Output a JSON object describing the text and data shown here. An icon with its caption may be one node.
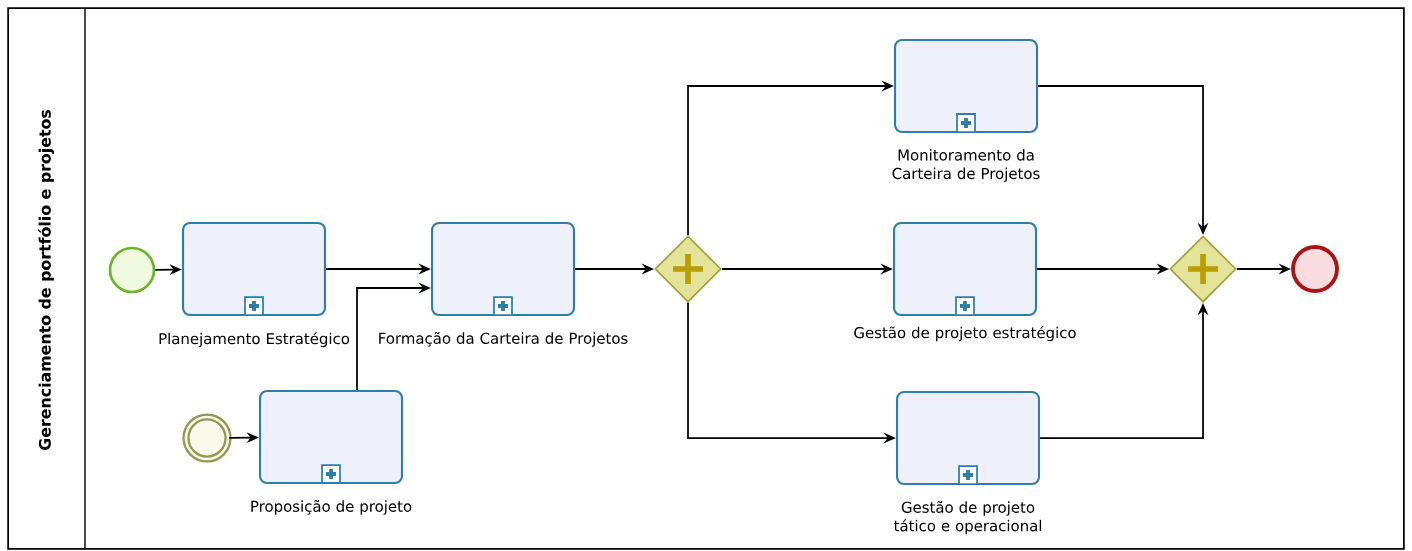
{
  "diagram": {
    "nodes": [
      {
        "text": [
          "Gerenciamento de portfólio e projetos"
        ]
      },
      {
        "text": [],
        "shape": "circle",
        "in": 0
      },
      {
        "text": [
          "Planejamento Estratégico"
        ],
        "in": 0
      },
      {
        "text": [
          "Formação da Carteira de Projetos"
        ],
        "in": 0
      },
      {
        "text": [],
        "shape": "circle",
        "in": 0
      },
      {
        "text": [
          "Proposição de projeto"
        ],
        "in": 0
      },
      {
        "text": [],
        "shape": "diamond",
        "in": 0
      },
      {
        "text": [
          "Monitoramento da Carteira de Projetos"
        ],
        "in": 0
      },
      {
        "text": [
          "Gestão de projeto estratégico"
        ],
        "in": 0
      },
      {
        "text": [
          "Gestão de projeto tático e operacional"
        ],
        "in": 0
      },
      {
        "text": [],
        "shape": "diamond",
        "in": 0
      },
      {
        "text": [],
        "shape": "circle",
        "in": 0
      }
    ],
    "edges": [
      {
        "from": 1,
        "to": 2,
        "arrow": "to"
      },
      {
        "from": 2,
        "to": 3,
        "arrow": "to"
      },
      {
        "from": 4,
        "to": 5,
        "arrow": "to"
      },
      {
        "from": 5,
        "to": 3,
        "arrow": "to"
      },
      {
        "from": 3,
        "to": 6,
        "arrow": "to"
      },
      {
        "from": 6,
        "to": 7,
        "arrow": "to"
      },
      {
        "from": 6,
        "to": 8,
        "arrow": "to"
      },
      {
        "from": 6,
        "to": 9,
        "arrow": "to"
      },
      {
        "from": 7,
        "to": 10,
        "arrow": "to"
      },
      {
        "from": 8,
        "to": 10,
        "arrow": "to"
      },
      {
        "from": 9,
        "to": 10,
        "arrow": "to"
      },
      {
        "from": 10,
        "to": 11,
        "arrow": "to"
      }
    ]
  }
}
